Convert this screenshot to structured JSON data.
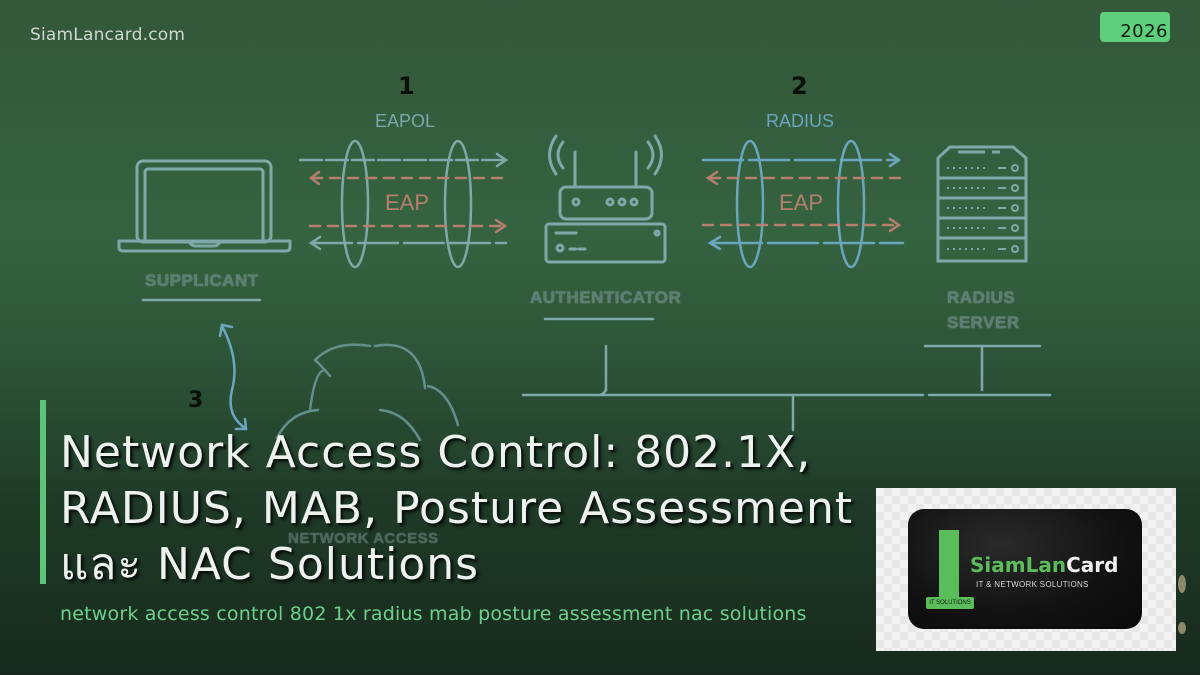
{
  "header": {
    "site_name": "SiamLancard.com",
    "year_badge": "2026"
  },
  "diagram": {
    "step_numbers": [
      "1",
      "2",
      "3"
    ],
    "protocols": {
      "left": "EAPOL",
      "right": "RADIUS",
      "inner_left": "EAP",
      "inner_right": "EAP"
    },
    "roles": {
      "supplicant": "SUPPLICANT",
      "authenticator": "AUTHENTICATOR",
      "radius_server_line1": "RADIUS",
      "radius_server_line2": "SERVER",
      "network_access": "NETWORK ACCESS"
    },
    "icons": [
      "laptop-icon",
      "wireless-router-icon",
      "server-rack-icon",
      "cloud-icon"
    ],
    "colors": {
      "line": "#7fa8aa",
      "eap_arrow": "#b77f6e",
      "radius_line": "#6aa6c0"
    }
  },
  "article": {
    "title_line1": "Network Access Control: 802.1X,",
    "title_line2": "RADIUS, MAB, Posture Assessment",
    "title_line3": "และ NAC Solutions",
    "subtitle": "network access control 802 1x radius mab posture assessment nac solutions",
    "accent_color": "#5ec47a"
  },
  "logo": {
    "brand_green": "SiamLan",
    "brand_white": "Card",
    "tagline": "IT & NETWORK SOLUTIONS",
    "tag": "IT SOLUTIONS"
  }
}
